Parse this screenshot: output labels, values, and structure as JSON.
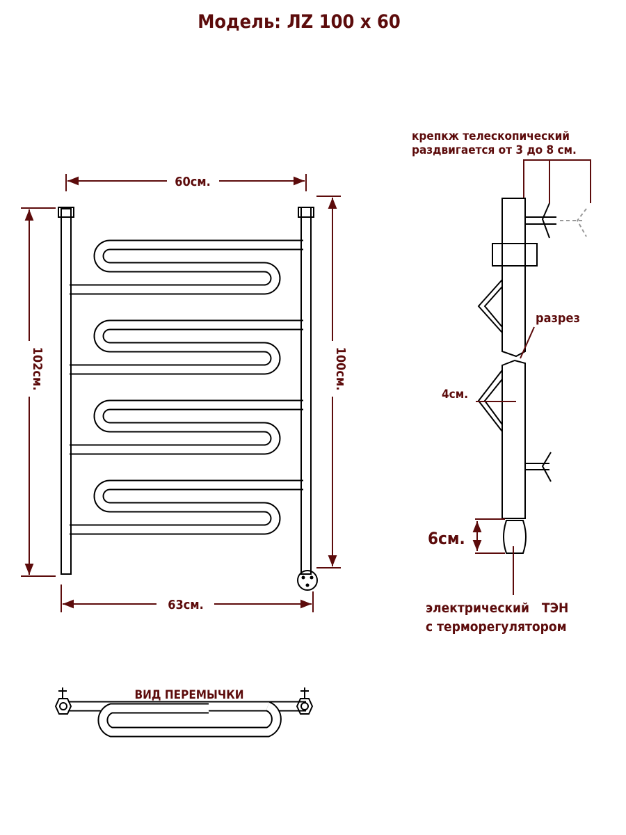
{
  "title": "Модель: ЛZ 100 х 60",
  "front_view": {
    "width_inner": "60см.",
    "width_outer": "63см.",
    "height_outer": "102см.",
    "height_inner": "100см."
  },
  "side_view": {
    "bracket_note_line1": "крепкж телескопический",
    "bracket_note_line2": "раздвигается от 3 до 8 см.",
    "section_label": "разрез",
    "depth_label": "4см.",
    "heater_height_label": "6см.",
    "heater_line1": "электрический   ТЭН",
    "heater_line2": "с терморегулятором"
  },
  "bottom_view": {
    "label": "ВИД ПЕРЕМЫЧКИ"
  },
  "colors": {
    "label": "#5c0b0b",
    "line": "#000000"
  }
}
